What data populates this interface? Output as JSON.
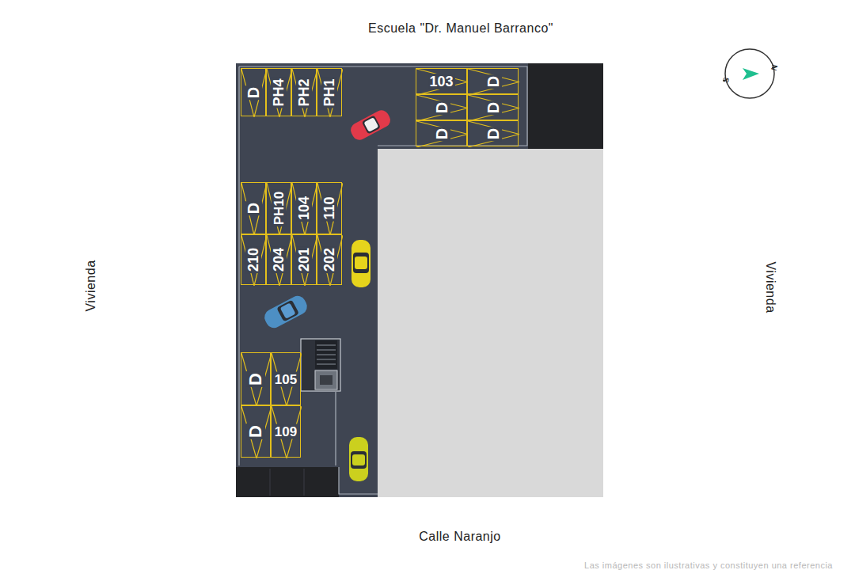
{
  "diagram": {
    "nodes": [
      {
        "text": [
          "D"
        ]
      },
      {
        "text": [
          "PH4"
        ]
      },
      {
        "text": [
          "PH2"
        ]
      },
      {
        "text": [
          "PH1"
        ]
      },
      {
        "text": [
          "103"
        ]
      },
      {
        "text": [
          "D"
        ]
      },
      {
        "text": [
          "D"
        ]
      },
      {
        "text": [
          "D"
        ]
      },
      {
        "text": [
          "D"
        ]
      },
      {
        "text": [
          "D"
        ]
      },
      {
        "text": [
          "D"
        ]
      },
      {
        "text": [
          "PH10"
        ]
      },
      {
        "text": [
          "104"
        ]
      },
      {
        "text": [
          "110"
        ]
      },
      {
        "text": [
          "210"
        ]
      },
      {
        "text": [
          "204"
        ]
      },
      {
        "text": [
          "201"
        ]
      },
      {
        "text": [
          "202"
        ]
      },
      {
        "text": [
          "D"
        ]
      },
      {
        "text": [
          "105"
        ]
      },
      {
        "text": [
          "D"
        ]
      },
      {
        "text": [
          "109"
        ]
      }
    ],
    "labels": [
      "Escuela \"Dr. Manuel Barranco\"",
      "Vivienda",
      "Vivienda",
      "Calle Naranjo",
      "S",
      "N",
      "Las imágenes son ilustrativas y constituyen una referencia"
    ]
  }
}
